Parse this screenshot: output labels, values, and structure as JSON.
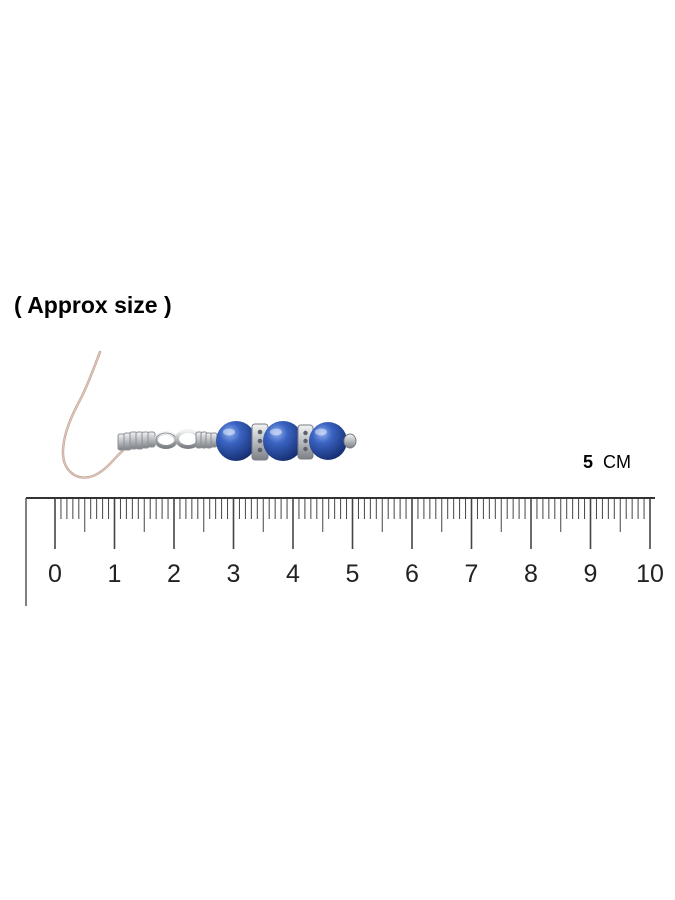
{
  "caption": "( Approx size )",
  "measurement": {
    "value": "5",
    "unit": "CM"
  },
  "ruler": {
    "labels": [
      "0",
      "1",
      "2",
      "3",
      "4",
      "5",
      "6",
      "7",
      "8",
      "9",
      "10"
    ]
  },
  "product": {
    "icon": "blue-bead-earring-icon",
    "bead_color": "#1e3f8f",
    "metal_color": "#bfc3c7"
  }
}
